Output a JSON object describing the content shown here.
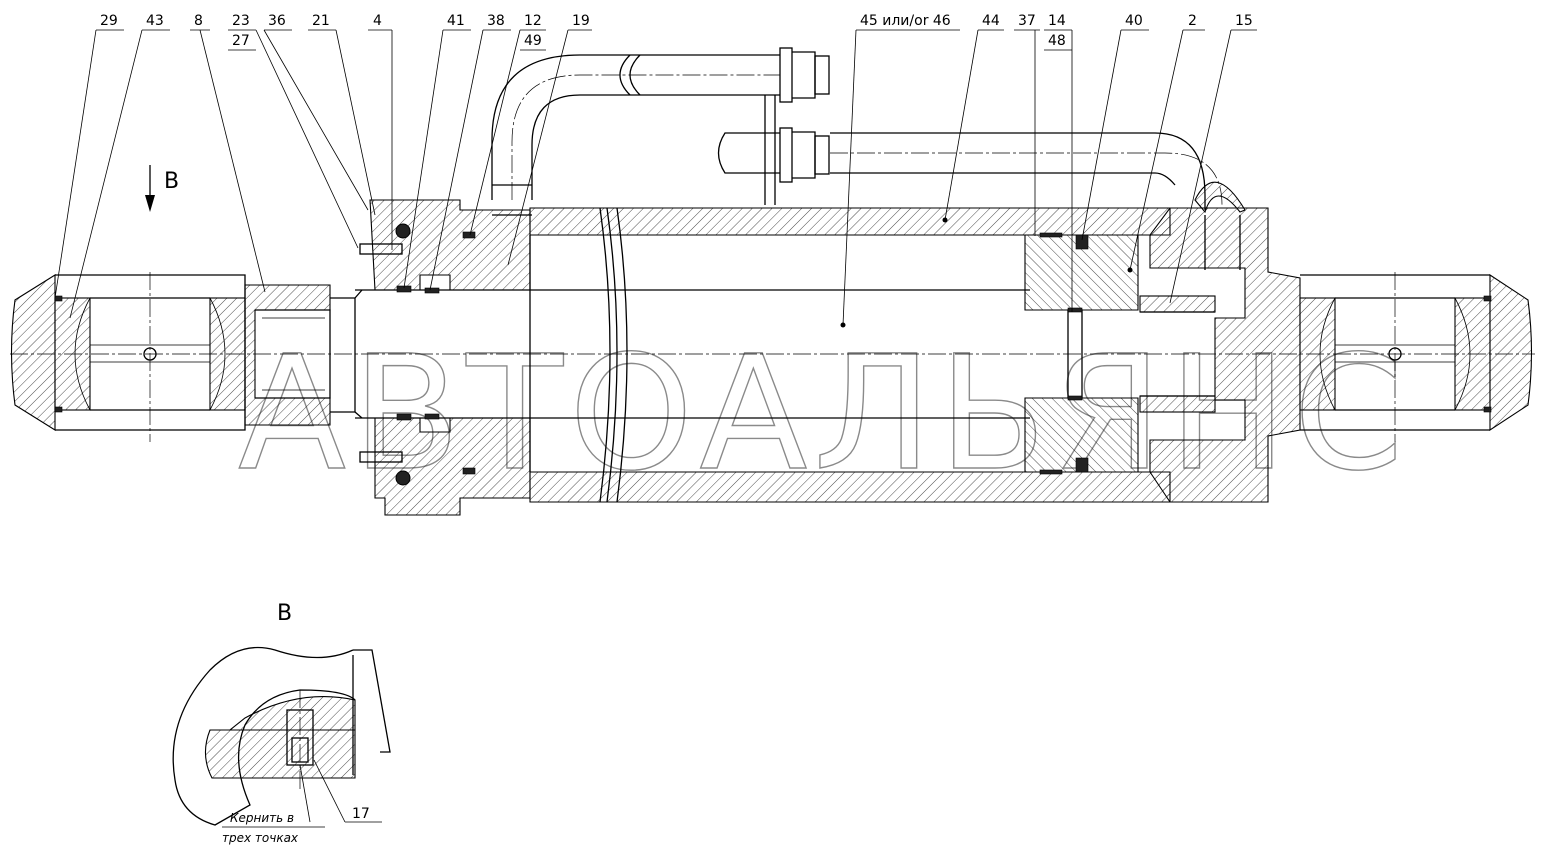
{
  "callouts": [
    {
      "id": "29",
      "label": "29"
    },
    {
      "id": "43",
      "label": "43"
    },
    {
      "id": "8",
      "label": "8"
    },
    {
      "id": "23",
      "label": "23"
    },
    {
      "id": "27",
      "label": "27"
    },
    {
      "id": "36",
      "label": "36"
    },
    {
      "id": "21",
      "label": "21"
    },
    {
      "id": "4",
      "label": "4"
    },
    {
      "id": "41",
      "label": "41"
    },
    {
      "id": "38",
      "label": "38"
    },
    {
      "id": "12",
      "label": "12"
    },
    {
      "id": "49",
      "label": "49"
    },
    {
      "id": "19",
      "label": "19"
    },
    {
      "id": "45",
      "label": "45 или/or 46"
    },
    {
      "id": "44",
      "label": "44"
    },
    {
      "id": "37",
      "label": "37"
    },
    {
      "id": "14",
      "label": "14"
    },
    {
      "id": "48",
      "label": "48"
    },
    {
      "id": "40",
      "label": "40"
    },
    {
      "id": "2",
      "label": "2"
    },
    {
      "id": "15",
      "label": "15"
    },
    {
      "id": "17",
      "label": "17"
    }
  ],
  "view_marker": {
    "label": "B"
  },
  "detail_view": {
    "title": "B",
    "note_line1": "Кернить в",
    "note_line2": "трех точках"
  },
  "watermark": "АВТОАЛЬЯНС"
}
